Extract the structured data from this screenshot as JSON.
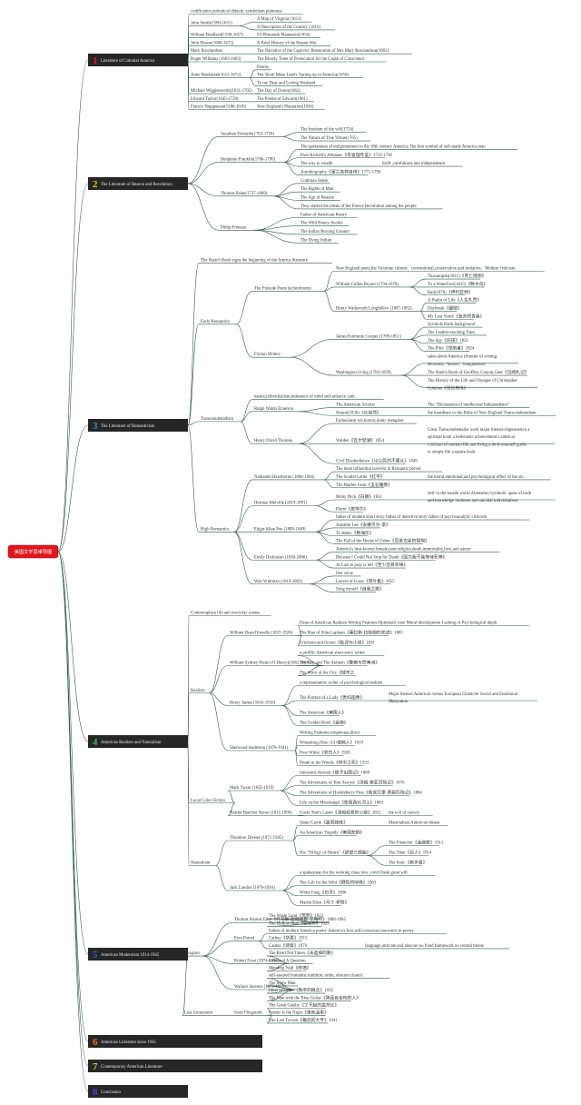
{
  "root": {
    "label": "美国文学思维导图",
    "color": "#e0161f"
  },
  "colors": {
    "line": "#2f5d4e",
    "box": "#262626",
    "box_text": "#e8e8e8",
    "text": "#333333"
  },
  "sections": [
    {
      "num": "1",
      "num_color": "#e0161f",
      "label": "Literature of Colonial America",
      "nodes": [
        {
          "text": "codification polemical didactic symbolism plainness"
        },
        {
          "text": "John Smith(1580-1631)",
          "kids": [
            {
              "text": "A Map of Virginia (1612)"
            },
            {
              "text": "A Description of the Country (1616)"
            }
          ]
        },
        {
          "text": "William Bradford(1590-1657)",
          "kids": [
            {
              "text": "Of Plimmoth Plantation(1856)"
            }
          ]
        },
        {
          "text": "John Mason(1600-1672)",
          "kids": [
            {
              "text": "A Brief History of the Pequot War"
            }
          ]
        },
        {
          "text": "Mary Rowlandson",
          "kids": [
            {
              "text": "The Narrative of the Captivity Restoration of Mrs.Mary Rowlandson(1682)"
            }
          ]
        },
        {
          "text": "Roger Williams (1603-1683)",
          "kids": [
            {
              "text": "The Bloody Tenet of Persecution for the Cause of Conscience"
            }
          ]
        },
        {
          "text": "Anne Bradstreet(1612-1672)",
          "kids": [
            {
              "text": "Poems"
            },
            {
              "text": "The Tenth Muse Lately Sprung up in America(1650)"
            },
            {
              "text": "To my Dear and Loving Husband"
            }
          ]
        },
        {
          "text": "Michael Wigglesworth(1631-1705)",
          "kids": [
            {
              "text": "The Day of Doom(1662)"
            }
          ]
        },
        {
          "text": "Edward Taylor(1645-1729)",
          "kids": [
            {
              "text": "The Poems of Edward(1961)"
            }
          ]
        },
        {
          "text": "Francis Hopgenson(1586-1630)",
          "kids": [
            {
              "text": "New England's Plantation(1630)"
            }
          ]
        }
      ]
    },
    {
      "num": "2",
      "num_color": "#f2c40f",
      "label": "The Literature of Reason and Revolution",
      "nodes": [
        {
          "text": "Jonathan Edwards(1703-1758)",
          "kids": [
            {
              "text": "The freedom of the will(1754)"
            },
            {
              "text": "The Nature of True Virtue(1765)"
            }
          ]
        },
        {
          "text": "Benjamin Franklin(1706-1790)",
          "kids": [
            {
              "text": "The spokesman of enlightenment in the 18th century America.The first symbol of self-made America man"
            },
            {
              "text": "Poor Richard's Almanac《穷查理年鉴》1732-1758"
            },
            {
              "text": "The way to wealth",
              "kids": [
                {
                  "text": "thrift ,carefulness and independence"
                }
              ]
            },
            {
              "text": "Autobiography《富兰克林自传》1771-1790"
            }
          ]
        },
        {
          "text": "Thomas Paine(1737-1809)",
          "kids": [
            {
              "text": "Common Sense"
            },
            {
              "text": "The Rights of Man"
            },
            {
              "text": "The Age of Reason"
            },
            {
              "text": "They started the ideals of the Frence Revolution among the people"
            }
          ]
        },
        {
          "text": "Philip Freneau",
          "kids": [
            {
              "text": "Father of American Poetry"
            },
            {
              "text": "The Wild Honey-Suckle"
            },
            {
              "text": "The Indian Burying Ground"
            },
            {
              "text": "The Dying Indian"
            }
          ]
        }
      ]
    },
    {
      "num": "3",
      "num_color": "#2a8fd8",
      "label": "The Literature of Romanticism",
      "nodes": [
        {
          "text": "The Sketch Book signs the beginning of the Amrica literature"
        },
        {
          "text": "Early Romantics",
          "kids": [
            {
              "text": "The Fireside Poets (schoolroom)",
              "kids": [
                {
                  "text": "New England poets,the Victorian culture、conventional,conservative and imitative、Modern criticism"
                },
                {
                  "text": "William Cullen Bryant  (1794-1878)",
                  "kids": [
                    {
                      "text": "Thanatopsis(1811)《死亡随想》"
                    },
                    {
                      "text": "To a Waterfowl(1815)《致水鸟》"
                    },
                    {
                      "text": "Rail(1878)《伊利亚特》"
                    }
                  ]
                },
                {
                  "text": "Henry Wadsworth Longfellow (1807-1882)",
                  "kids": [
                    {
                      "text": "A Psalm of Life《人生礼赞》"
                    },
                    {
                      "text": "Daybreak《破晓》"
                    },
                    {
                      "text": "My Lost Youth《逝去的青春》"
                    }
                  ]
                }
              ]
            },
            {
              "text": "Fiction Writers",
              "kids": [
                {
                  "text": "James Fenimore Cooper (1789-1851)",
                  "kids": [
                    {
                      "text": "Symbols black background"
                    },
                    {
                      "text": "The Leather-stocking Tales"
                    },
                    {
                      "text": "The Spy《间谍》1821"
                    },
                    {
                      "text": "The Pilot《领航者》1824"
                    }
                  ]
                },
                {
                  "text": "Washington Irving (1783-1859)",
                  "kids": [
                    {
                      "text": "sales about America (frontier of writing: decorum、humor、imagination)"
                    },
                    {
                      "text": "The Sketch Book of Geoffrey Crayon,Gent《见闻札记》"
                    },
                    {
                      "text": "The History of the Life and Voyages of Christopher Colubus《哥伦布传》"
                    }
                  ]
                }
              ]
            }
          ]
        },
        {
          "text": "Transcendentalism",
          "kids": [
            {
              "text": "nature,individualism,indesence of mind self-reliance ,unit."
            },
            {
              "text": "Ralph Waldo Emerson",
              "kids": [
                {
                  "text": "The American Scholar",
                  "kids": [
                    {
                      "text": "The \"Declaration of intellectual Independence\""
                    }
                  ]
                },
                {
                  "text": "Nature(1836)《论自然》",
                  "kids": [
                    {
                      "text": "the manifesto or the Bible of New England Transcendentalism"
                    }
                  ]
                }
              ]
            },
            {
              "text": "Henry David Thoreau",
              "kids": [
                {
                  "text": "Enthusiasm wit,humor,ironic metaphor"
                },
                {
                  "text": "Walden《瓦尔登湖》1854",
                  "kids": [
                    {
                      "text": "Great Transcendentalist work major themes:regeneration a spiritual book a hellenistic achievement a satirical criticism of modern life and living a do-it-yourself guide to simple life a nature book"
                    }
                  ]
                },
                {
                  "text": "Civil Disobedience《论公民的不服从》1849"
                }
              ]
            }
          ]
        },
        {
          "text": "High Romantics",
          "kids": [
            {
              "text": "Nathaniel Hawthorne  (1804-1864)",
              "kids": [
                {
                  "text": "The most influential novelist in Romantic period"
                },
                {
                  "text": "The Scarlet Letter《红字》",
                  "kids": [
                    {
                      "text": "the moral,emotional,and psychological effect of the sin."
                    }
                  ]
                },
                {
                  "text": "The Marble Faun《玉石雕像》"
                }
              ]
            },
            {
              "text": "Herman Melville  (1819-1891)",
              "kids": [
                {
                  "text": "Moby Dick《白鲸》1851",
                  "kids": [
                    {
                      "text": "Self vs.the hostile world Alienation Symbolic quest of truth and knowledge lonliness and suicidal individualism"
                    }
                  ]
                },
                {
                  "text": "Pierre《皮埃尔》"
                }
              ]
            },
            {
              "text": "Edgar Allan Poe  (1809-1849)",
              "kids": [
                {
                  "text": "father of modern short story father of detective story father of psychoanalytic criticism"
                },
                {
                  "text": "Annable Lee《安娜贝尔·李》"
                },
                {
                  "text": "To Helen《致海伦》"
                },
                {
                  "text": "The Fall of the House of Usher《厄舍古屋的倒塌》"
                }
              ]
            },
            {
              "text": "Emily Dickinson  (1830-1886)",
              "kids": [
                {
                  "text": "America's best-known female poet:religion,death,immortality,love,and nature"
                },
                {
                  "text": "Because I Could Not Stop for Death《因为我不能等待死神》"
                },
                {
                  "text": "At Last to pray is left《至少还有祈祷》"
                }
              ]
            },
            {
              "text": "Walt Whitman  (1819-1892)",
              "kids": [
                {
                  "text": "free verse"
                },
                {
                  "text": "Leaves of Grass《草叶集》1855"
                },
                {
                  "text": "Song myself《自我之歌》"
                }
              ]
            }
          ]
        }
      ]
    },
    {
      "num": "4",
      "num_color": "#3fb04a",
      "label": "American Realism and Naturalism",
      "nodes": [
        {
          "text": "Commonplace life and everyday scenes"
        },
        {
          "text": "Realism",
          "kids": [
            {
              "text": "William Dean Howells (1837-1920)",
              "kids": [
                {
                  "text": "Dean of American Realism Writing Features:Optimistic tone Moral development Lacking of Psychological depth"
                },
                {
                  "text": "The Rise of Silas Lapham《塞拉斯·拉帕姆的发迹》1885"
                },
                {
                  "text": "Criticism and fiction《批评与小说》1891"
                }
              ]
            },
            {
              "text": "William Sydney Porter (O.Henry)(1862-1910)",
              "kids": [
                {
                  "text": "a prolific American short-story writer"
                },
                {
                  "text": "The Cop and The Anthem《警察与赞美诗》"
                },
                {
                  "text": "The Voice of the City《城市之"
                }
              ]
            },
            {
              "text": "Henry James (1843-1916)",
              "kids": [
                {
                  "text": "a representative writer of psychological realism"
                },
                {
                  "text": "The Portrait of a Lady《贵妇画像》",
                  "kids": [
                    {
                      "text": "Major themes:American versus European Character Social and Emotional Maturation"
                    }
                  ]
                },
                {
                  "text": "The American《美国人》"
                },
                {
                  "text": "The Golden Bowl《金碗》"
                }
              ]
            },
            {
              "text": "Sherwood Anderson  (1876-1941)",
              "kids": [
                {
                  "text": "Writing Features:simpleness,direct"
                },
                {
                  "text": "Winesburg,Ohio《小城畸人》1919"
                },
                {
                  "text": "Poor White《穷白人》1920"
                },
                {
                  "text": "Death in the Woods《林中之死》1933"
                }
              ]
            }
          ]
        },
        {
          "text": "Local Color Fiction",
          "kids": [
            {
              "text": "Mark Twain (1835-1910)",
              "kids": [
                {
                  "text": "Innocents Abroad《傻子出国记》1869"
                },
                {
                  "text": "The Adventures of Tom Sawyer《汤姆·索亚历险记》1876"
                },
                {
                  "text": "The Adventures of Huckleberry Finn《哈克贝里·费恩历险记》1884"
                },
                {
                  "text": "Life on the Mississippi《密西西比河上》1883"
                }
              ]
            },
            {
              "text": "Harriet Beecher Stowe  (1811-1896)",
              "kids": [
                {
                  "text": "Uncle Tom's Cabin《汤姆叔叔的小屋》1852",
                  "kids": [
                    {
                      "text": "the evil of slavery"
                    }
                  ]
                }
              ]
            }
          ]
        },
        {
          "text": "Naturalism",
          "kids": [
            {
              "text": "Theodore Dreiser (1871-1945)",
              "kids": [
                {
                  "text": "Sister Carrie《嘉莉妹妹》",
                  "kids": [
                    {
                      "text": "Materialism American dream"
                    }
                  ]
                },
                {
                  "text": "An American Tragedy《美国悲剧》"
                },
                {
                  "text": "His \"Trilogy of Desire\"《欲望三部曲》",
                  "kids": [
                    {
                      "text": "The Financier《金融家》1912"
                    },
                    {
                      "text": "The Titan《巨人》1914"
                    },
                    {
                      "text": "The Stoic《斯多葛》"
                    }
                  ]
                }
              ]
            },
            {
              "text": "Jack London (1876-1916)",
              "kids": [
                {
                  "text": "a spokesman for the working class love ,vivid frank great will"
                },
                {
                  "text": "The Call for the Wild《野性的呼唤》1903"
                },
                {
                  "text": "White Fang《白牙》1906"
                },
                {
                  "text": "Martin Eden《马丁·伊登》"
                }
              ]
            }
          ]
        }
      ]
    },
    {
      "num": "5",
      "num_color": "#2a5bd8",
      "label": "American Modernism 1914-1945",
      "nodes": [
        {
          "text": "Imagism",
          "kids": [
            {
              "text": "Thomas Stearns Eliot《托马斯·斯特恩斯·艾略特》1888-1965",
              "kids": [
                {
                  "text": "The Waste Land《荒原》1922"
                },
                {
                  "text": "The Hollow Man《空心人》1925"
                }
              ]
            },
            {
              "text": "Ezra Pound",
              "kids": [
                {
                  "text": "Father of modern America poetry America's first self-conscious innovator in poetry"
                },
                {
                  "text": "Cathay《华夏》1915"
                },
                {
                  "text": "Cantos《诗章》1970",
                  "kids": [
                    {
                      "text": "language,intricate and obscure no fixed framework no central theme"
                    }
                  ]
                }
              ]
            },
            {
              "text": "Robert Frost  (1874-1896)",
              "kids": [
                {
                  "text": "The Road Not Taken《未选择的路》"
                },
                {
                  "text": "Love and A Question"
                },
                {
                  "text": "Mending Wall《修墙》"
                }
              ]
            },
            {
              "text": "Wallace Stevens (1879-1955)",
              "kids": [
                {
                  "text": "self-assured humanist tradition; order, obscure chaotic"
                },
                {
                  "text": "The Snow Man"
                },
                {
                  "text": "Ideas of Order《秩序的概念》1935"
                },
                {
                  "text": "The Man with the Blue Guitar《弹蓝色吉他的人》"
                }
              ]
            }
          ]
        },
        {
          "text": "Lost Generatoin",
          "kids": [
            {
              "text": "Scott Fitzgerald",
              "kids": [
                {
                  "text": "The Great Gatsby《了不起的盖茨比》"
                },
                {
                  "text": "Tender Is the Night《夜色温柔》"
                },
                {
                  "text": "The Last Tycoon《最后的大亨》1941"
                }
              ]
            }
          ]
        }
      ]
    },
    {
      "num": "6",
      "num_color": "#e8701a",
      "label": "American Literature since 1945",
      "nodes": []
    },
    {
      "num": "7",
      "num_color": "#b6d33a",
      "label": "Contemporary American Literature",
      "nodes": []
    },
    {
      "num": "8",
      "num_color": "#4a3fd8",
      "label": "Conclusion",
      "nodes": []
    }
  ]
}
